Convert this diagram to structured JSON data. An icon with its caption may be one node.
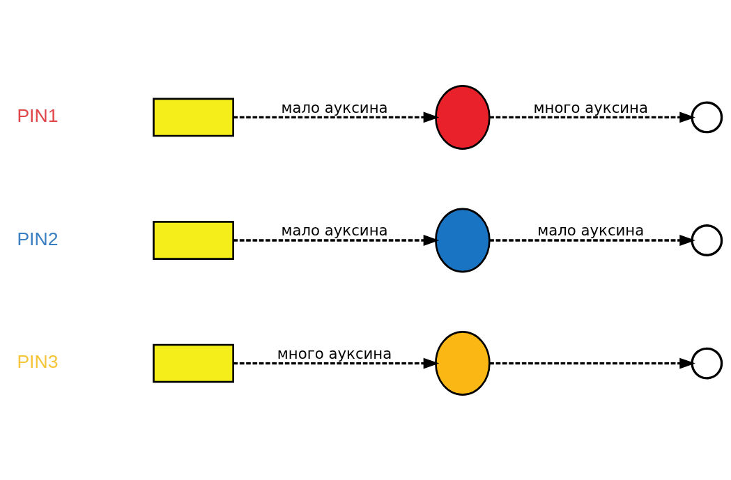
{
  "diagram": {
    "nodes": [
      {
        "text": [],
        "shape": "box"
      },
      {
        "text": [],
        "shape": "ellipse"
      },
      {
        "text": [],
        "shape": "circle"
      },
      {
        "text": [],
        "shape": "box"
      },
      {
        "text": [],
        "shape": "ellipse"
      },
      {
        "text": [],
        "shape": "circle"
      },
      {
        "text": [],
        "shape": "box"
      },
      {
        "text": [],
        "shape": "ellipse"
      },
      {
        "text": [],
        "shape": "circle"
      }
    ],
    "edges": [
      {
        "from": 0,
        "to": 1,
        "arrow": "to",
        "label": "мало ауксина",
        "style": "dashed"
      },
      {
        "from": 1,
        "to": 2,
        "arrow": "to",
        "label": "много ауксина",
        "style": "dashed"
      },
      {
        "from": 3,
        "to": 4,
        "arrow": "to",
        "label": "мало ауксина",
        "style": "dashed"
      },
      {
        "from": 4,
        "to": 5,
        "arrow": "to",
        "label": "мало ауксина",
        "style": "dashed"
      },
      {
        "from": 6,
        "to": 7,
        "arrow": "to",
        "label": "много ауксина",
        "style": "dashed"
      },
      {
        "from": 7,
        "to": 8,
        "arrow": "to",
        "style": "dashed"
      }
    ],
    "labels": [
      "PIN1",
      "PIN2",
      "PIN3"
    ]
  }
}
